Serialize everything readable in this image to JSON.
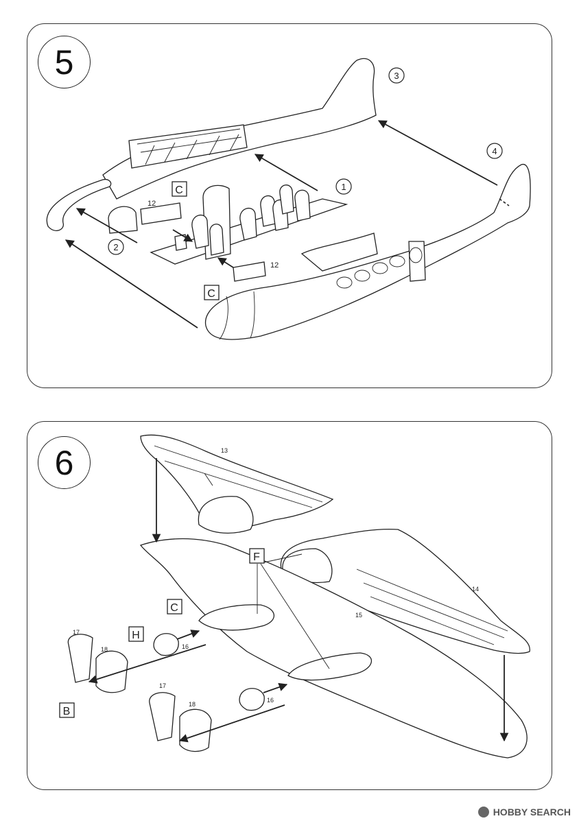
{
  "steps": [
    {
      "number": "5"
    },
    {
      "number": "6"
    }
  ],
  "step5": {
    "callouts": [
      "1",
      "2",
      "3",
      "4"
    ],
    "boxed_labels": [
      "C",
      "C"
    ],
    "part_numbers": [
      "12",
      "12"
    ]
  },
  "step6": {
    "boxed_labels": [
      "F",
      "C",
      "H",
      "B"
    ],
    "part_numbers": [
      "13",
      "14",
      "15",
      "16",
      "16",
      "17",
      "18",
      "17",
      "18"
    ]
  },
  "watermark": "HOBBY SEARCH"
}
